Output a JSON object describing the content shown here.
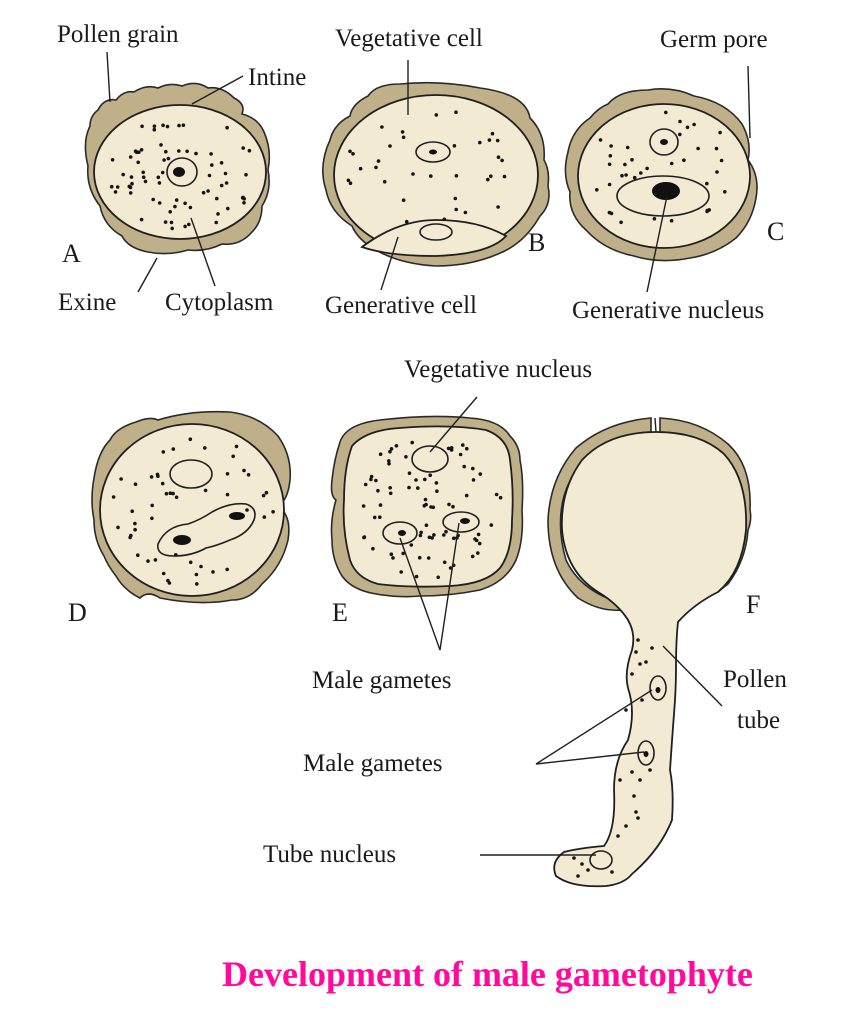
{
  "figure": {
    "title": "Development of male gametophyte",
    "title_color": "#ff0a9c",
    "colors": {
      "exine": "#bfb08a",
      "cytoplasm": "#f3ead3",
      "outline": "#1f1f1f"
    },
    "stages": {
      "A": "A",
      "B": "B",
      "C": "C",
      "D": "D",
      "E": "E",
      "F": "F"
    },
    "labels": {
      "pollen_grain": "Pollen grain",
      "intine": "Intine",
      "exine": "Exine",
      "cytoplasm": "Cytoplasm",
      "vegetative_cell": "Vegetative cell",
      "generative_cell": "Generative cell",
      "germ_pore": "Germ pore",
      "generative_nucleus": "Generative nucleus",
      "vegetative_nucleus": "Vegetative nucleus",
      "male_gametes_e": "Male gametes",
      "male_gametes_f": "Male gametes",
      "pollen_tube_line1": "Pollen",
      "pollen_tube_line2": "tube",
      "tube_nucleus": "Tube nucleus"
    }
  }
}
